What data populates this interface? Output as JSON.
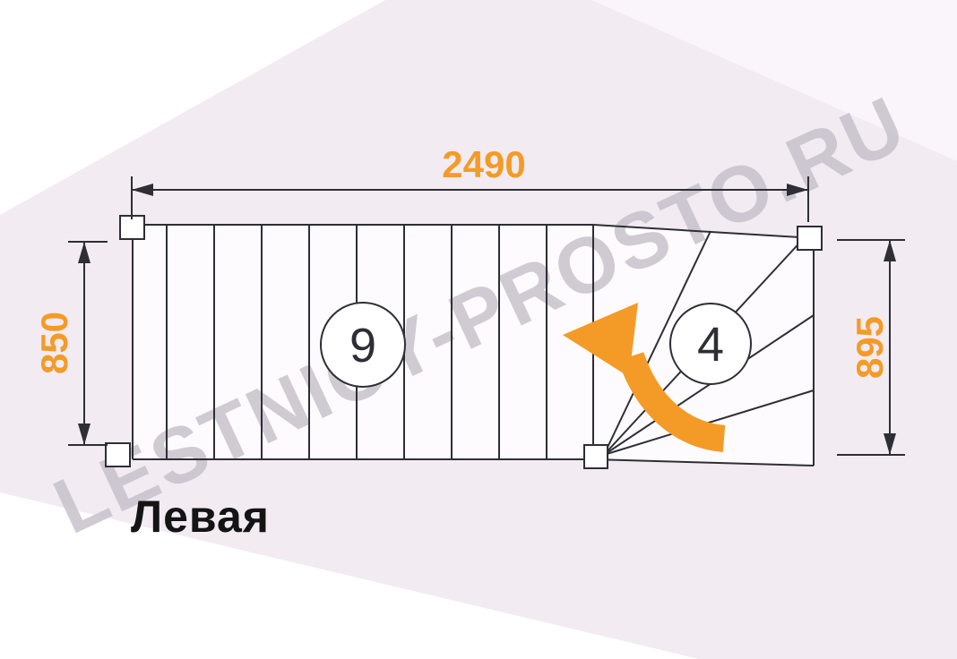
{
  "diagram": {
    "watermark": "LESTNICY-PROSTO.RU",
    "title": "Левая",
    "dim_width": "2490",
    "dim_height_left": "850",
    "dim_height_right": "895",
    "straight_steps": "9",
    "winder_steps": "4",
    "colors": {
      "accent": "#F49B27",
      "line": "#2E2E36",
      "background": "#F2EBF2",
      "watermark": "#C5BFC9"
    }
  }
}
